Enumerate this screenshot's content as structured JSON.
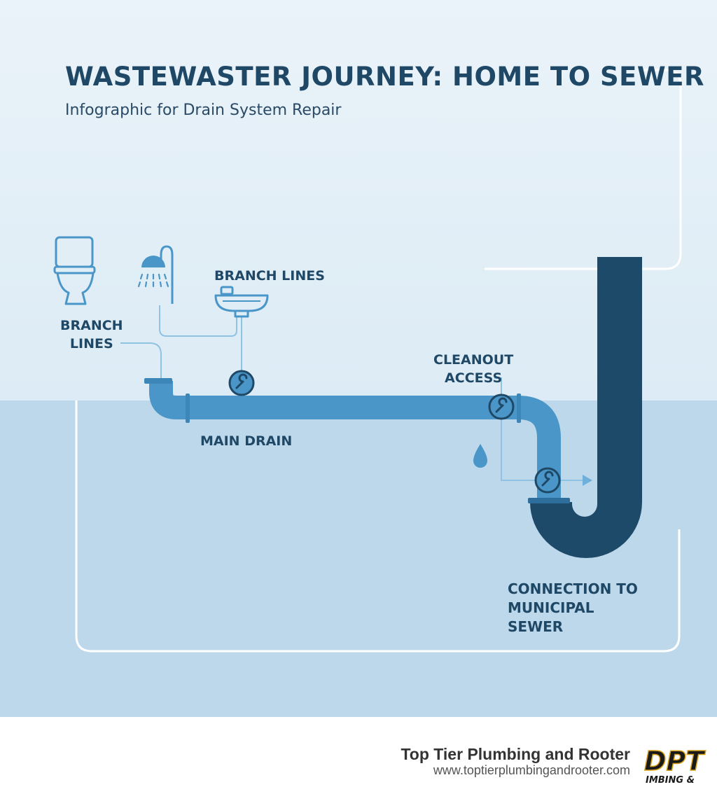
{
  "header": {
    "title": "WASTEWASTER JOURNEY: HOME TO SEWER",
    "subtitle": "Infographic for Drain System Repair"
  },
  "labels": {
    "branch_lines_top": "BRANCH LINES",
    "branch_lines_left": [
      "BRANCH",
      "LINES"
    ],
    "cleanout_access": [
      "CLEANOUT",
      "ACCESS"
    ],
    "main_drain": "MAIN DRAIN",
    "connection": [
      "CONNECTION TO",
      "MUNICIPAL",
      "SEWER"
    ]
  },
  "footer": {
    "company": "Top Tier Plumbing and Rooter",
    "url": "www.toptierplumbingandrooter.com",
    "logo_text": [
      "DPT",
      "IMBING &"
    ]
  },
  "icons": [
    "toilet-icon",
    "shower-icon",
    "sink-icon",
    "wrench-icon",
    "water-drop-icon",
    "arrow-right-icon"
  ],
  "colors": {
    "sky_top": "#e8f1f8",
    "ground": "#bcd8ea",
    "pipe_light": "#4a96c8",
    "pipe_dark": "#1e4a6a",
    "text_dark": "#1f4866",
    "line_light": "#8fc3e3"
  }
}
